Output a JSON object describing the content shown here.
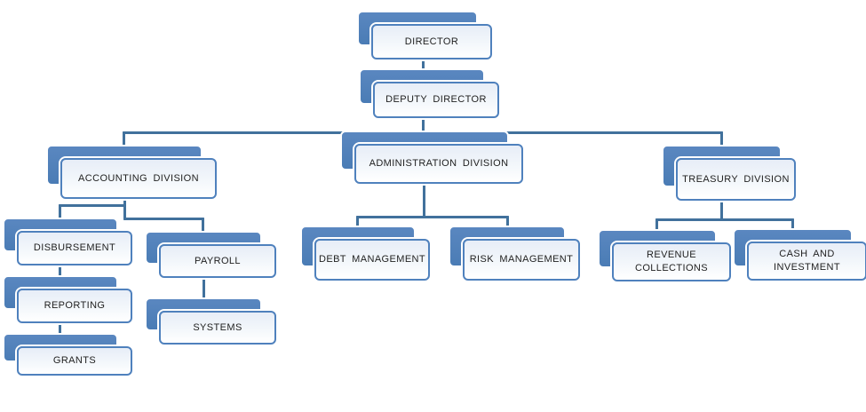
{
  "diagram": {
    "type": "org-chart",
    "colors": {
      "node_back_fill": "#4e80ba",
      "node_front_fill": "#eef3fa",
      "node_border": "#4f81bd",
      "node_back_border": "#ffffff",
      "connector": "#41719c",
      "text": "#1f1f1f",
      "background": "#ffffff"
    },
    "nodes": [
      {
        "id": "director",
        "label": "DIRECTOR"
      },
      {
        "id": "deputy-director",
        "label": "DEPUTY DIRECTOR"
      },
      {
        "id": "accounting-division",
        "label": "ACCOUNTING DIVISION"
      },
      {
        "id": "administration-division",
        "label": "ADMINISTRATION DIVISION"
      },
      {
        "id": "treasury-division",
        "label": "TREASURY DIVISION"
      },
      {
        "id": "disbursement",
        "label": "DISBURSEMENT"
      },
      {
        "id": "reporting",
        "label": "REPORTING"
      },
      {
        "id": "grants",
        "label": "GRANTS"
      },
      {
        "id": "payroll",
        "label": "PAYROLL"
      },
      {
        "id": "systems",
        "label": "SYSTEMS"
      },
      {
        "id": "debt-management",
        "label": "DEBT MANAGEMENT"
      },
      {
        "id": "risk-management",
        "label": "RISK MANAGEMENT"
      },
      {
        "id": "revenue-collections",
        "label": "REVENUE\nCOLLECTIONS"
      },
      {
        "id": "cash-and-investment",
        "label": "CASH AND\nINVESTMENT"
      }
    ],
    "edges": [
      {
        "from": "director",
        "to": "deputy-director"
      },
      {
        "from": "deputy-director",
        "to": "accounting-division"
      },
      {
        "from": "deputy-director",
        "to": "administration-division"
      },
      {
        "from": "deputy-director",
        "to": "treasury-division"
      },
      {
        "from": "accounting-division",
        "to": "disbursement"
      },
      {
        "from": "accounting-division",
        "to": "payroll"
      },
      {
        "from": "disbursement",
        "to": "reporting"
      },
      {
        "from": "reporting",
        "to": "grants"
      },
      {
        "from": "payroll",
        "to": "systems"
      },
      {
        "from": "administration-division",
        "to": "debt-management"
      },
      {
        "from": "administration-division",
        "to": "risk-management"
      },
      {
        "from": "treasury-division",
        "to": "revenue-collections"
      },
      {
        "from": "treasury-division",
        "to": "cash-and-investment"
      }
    ]
  }
}
